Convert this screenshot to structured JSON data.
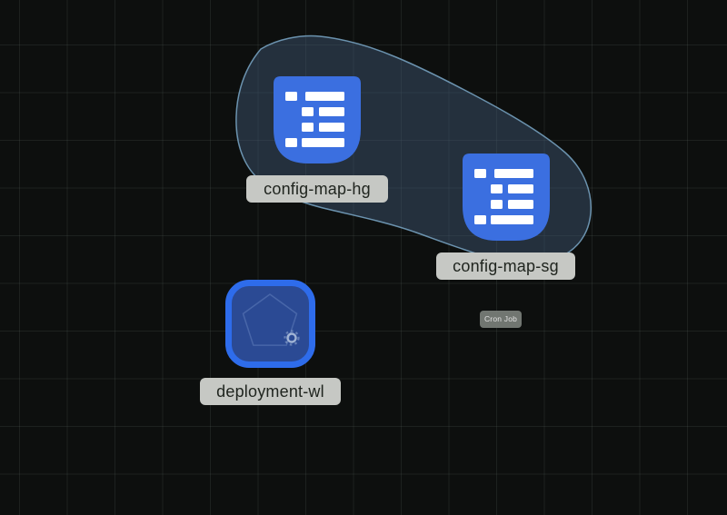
{
  "app": {
    "view": "kubernetes-resource-map"
  },
  "canvas": {
    "background": "#0d0f0e",
    "grid_line_color": "#23282a"
  },
  "group": {
    "members": [
      "config-map-hg",
      "config-map-sg"
    ],
    "fill": "rgba(62,86,113,0.48)",
    "outline_color": "#7aa7c7"
  },
  "colors": {
    "configmap_icon_blue": "#3b6fe0",
    "deployment_border_blue": "#2e6ceb",
    "deployment_fill_blue": "#2b4a94",
    "label_pill_bg": "#c6c8c4",
    "label_pill_text": "#20251f",
    "tooltip_bg": "#7a7f7a",
    "tooltip_text": "#e3e3e3"
  },
  "icons": {
    "configmap": "list-document-icon",
    "deployment": "pentagon-gear-icon"
  },
  "nodes": [
    {
      "kind": "ConfigMap",
      "label": "config-map-hg"
    },
    {
      "kind": "ConfigMap",
      "label": "config-map-sg"
    },
    {
      "kind": "Deployment",
      "label": "deployment-wl"
    }
  ],
  "tooltip": {
    "label": "Cron Job"
  }
}
